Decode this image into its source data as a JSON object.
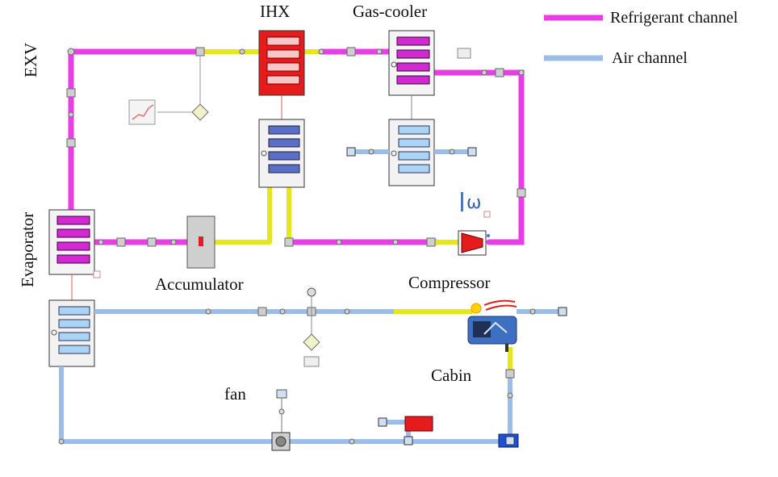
{
  "labels": {
    "ihx": "IHX",
    "gas_cooler": "Gas-cooler",
    "exv": "EXV",
    "evaporator": "Evaporator",
    "accumulator": "Accumulator",
    "compressor": "Compressor",
    "cabin": "Cabin",
    "fan": "fan"
  },
  "legend": {
    "refrigerant": "Refrigerant channel",
    "air": "Air channel"
  },
  "compressor_speed_symbol": "ω",
  "colors": {
    "refrigerant": "#e83ee6",
    "air": "#9bbde6",
    "joint": "#e6e61e",
    "ihx_red": "#e61b1b",
    "gas_cooler_magenta": "#d229d2",
    "coil_blue": "#5a6fc8"
  }
}
